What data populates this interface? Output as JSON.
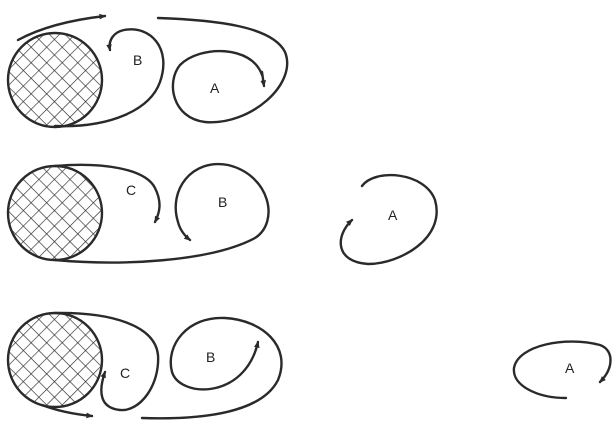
{
  "panels": [
    {
      "labels": {
        "a": "A",
        "b": "B"
      }
    },
    {
      "labels": {
        "a": "A",
        "b": "B",
        "c": "C"
      }
    },
    {
      "labels": {
        "a": "A",
        "b": "B",
        "c": "C"
      }
    }
  ],
  "colors": {
    "ink": "#2a2a2a",
    "background": "#ffffff"
  }
}
